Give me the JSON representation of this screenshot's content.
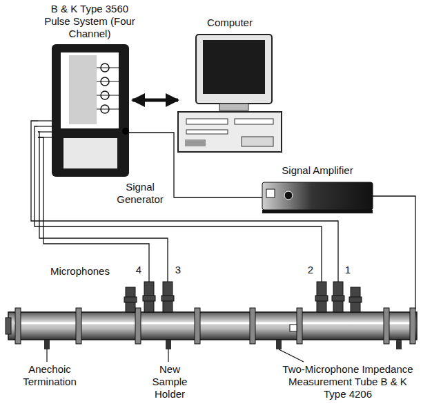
{
  "diagram": {
    "nodes": [
      {
        "text": [
          "B & K Type 3560 Pulse System (Four Channel)"
        ]
      },
      {
        "text": [
          "Computer"
        ]
      },
      {
        "text": [
          "Signal Amplifier"
        ]
      }
    ],
    "edges": [
      {
        "from": 0,
        "to": 1,
        "arrow": "both"
      },
      {
        "from": 0,
        "to": 2,
        "arrow": "none",
        "label": "Signal Generator"
      }
    ],
    "labels": [
      "Microphones",
      "4",
      "3",
      "2",
      "1",
      "Anechoic Termination",
      "New Sample Holder",
      "Two-Microphone Impedance Measurement Tube B & K Type 4206"
    ]
  }
}
